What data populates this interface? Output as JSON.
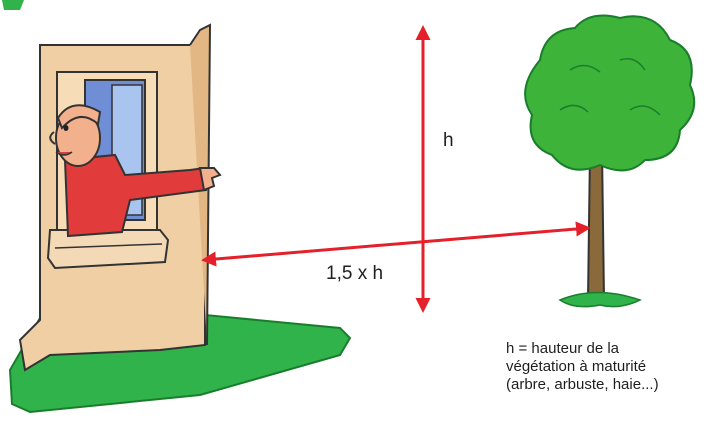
{
  "labels": {
    "height": "h",
    "distance": "1,5 x h"
  },
  "legend": {
    "line1": "h = hauteur de la",
    "line2": "végétation à maturité",
    "line3": "(arbre, arbuste, haie...)"
  },
  "icons": [
    "building-with-window",
    "person-pointing",
    "tree",
    "grass",
    "double-arrow"
  ],
  "colors": {
    "arrow": "#e4202a",
    "grass": "#2fb34a",
    "wall": "#f0cfa4",
    "foliage": "#3db33a",
    "trunk": "#8a6a3a",
    "shirt": "#e23b3b"
  }
}
